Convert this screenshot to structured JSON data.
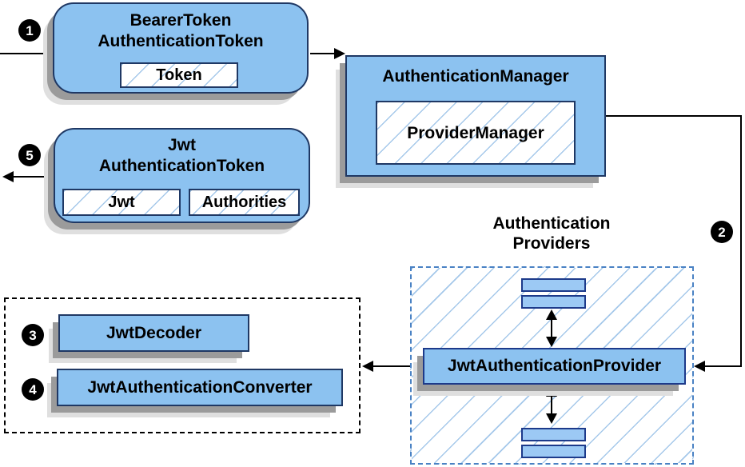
{
  "colors": {
    "node_fill": "#8cc2f0",
    "node_border": "#1f3864",
    "bar_fill": "#9cc9f4",
    "bar_border": "#1d3a8a",
    "hatch_line": "#a5c8ea",
    "providers_dashed_border": "#4a82c4",
    "black_dashed_border": "#000000",
    "arrow": "#000000",
    "shadow_dark": "#9b9b9b",
    "shadow_light": "#dfdfdf",
    "badge_bg": "#000000",
    "badge_text": "#ffffff",
    "text": "#000000",
    "background": "#ffffff"
  },
  "nodes": {
    "bearer_token": {
      "title_line1": "BearerToken",
      "title_line2": "AuthenticationToken",
      "chip": "Token"
    },
    "auth_manager": {
      "title": "AuthenticationManager",
      "chip": "ProviderManager"
    },
    "jwt_token": {
      "title_line1": "Jwt",
      "title_line2": "AuthenticationToken",
      "chip_jwt": "Jwt",
      "chip_authorities": "Authorities"
    },
    "providers_group": {
      "label_line1": "Authentication",
      "label_line2": "Providers"
    },
    "jwt_auth_provider": {
      "label": "JwtAuthenticationProvider"
    },
    "jwt_decoder": {
      "label": "JwtDecoder"
    },
    "jwt_auth_converter": {
      "label": "JwtAuthenticationConverter"
    }
  },
  "badges": {
    "step1": "1",
    "step2": "2",
    "step3": "3",
    "step4": "4",
    "step5": "5"
  }
}
